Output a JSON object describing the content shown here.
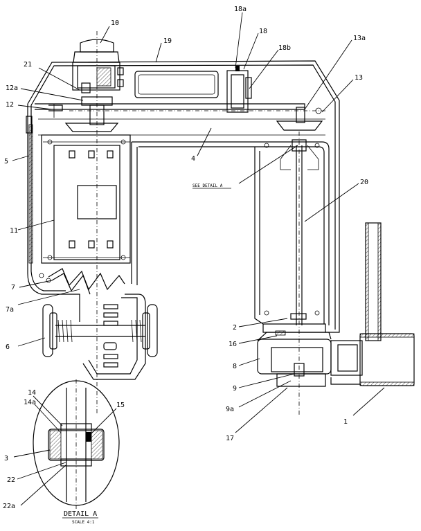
{
  "labels": {
    "l10": "10",
    "l18a": "18a",
    "l18": "18",
    "l18b": "18b",
    "l19": "19",
    "l13a": "13a",
    "l13": "13",
    "l21": "21",
    "l12a": "12a",
    "l12": "12",
    "l5": "5",
    "l4": "4",
    "see_detail": "SEE DETAIL A",
    "l20": "20",
    "l11": "11",
    "l7": "7",
    "l7a": "7a",
    "l2": "2",
    "l16": "16",
    "l6": "6",
    "l8": "8",
    "l9": "9",
    "l9a": "9a",
    "l17": "17",
    "l1": "1",
    "l14": "14",
    "l14a": "14a",
    "l15": "15",
    "l3": "3",
    "l22": "22",
    "l22a": "22a",
    "detail_title": "DETAIL A",
    "detail_scale": "SCALE 4:1"
  }
}
